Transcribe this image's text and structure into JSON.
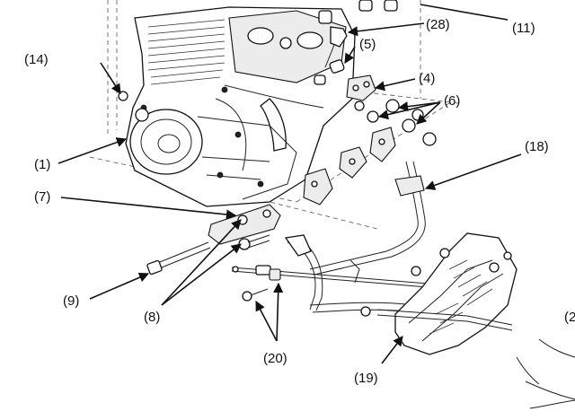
{
  "callouts": {
    "c1": "(1)",
    "c4": "(4)",
    "c5": "(5)",
    "c6": "(6)",
    "c7": "(7)",
    "c8": "(8)",
    "c9": "(9)",
    "c11": "(11)",
    "c14": "(14)",
    "c18": "(18)",
    "c19": "(19)",
    "c20": "(20)",
    "c28": "(28)",
    "c2_partial": "(2"
  }
}
